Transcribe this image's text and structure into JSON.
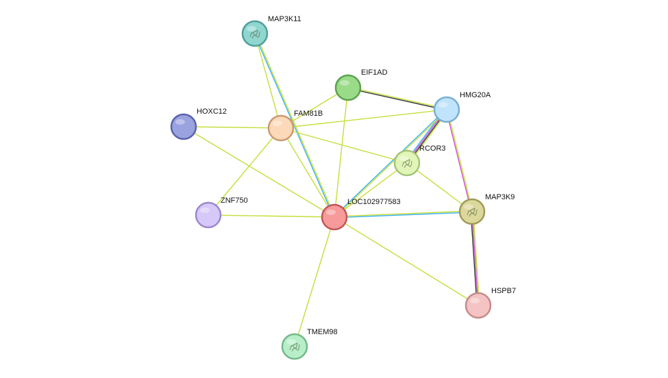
{
  "nodes": [
    {
      "id": "MAP3K11",
      "label": "MAP3K11",
      "color": "#8fd6cf",
      "stroke": "#4f9f98",
      "icon": "structure"
    },
    {
      "id": "EIF1AD",
      "label": "EIF1AD",
      "color": "#9adb8a",
      "stroke": "#5aa24c",
      "icon": ""
    },
    {
      "id": "HMG20A",
      "label": "HMG20A",
      "color": "#bfe4fb",
      "stroke": "#7aaed0",
      "icon": ""
    },
    {
      "id": "HOXC12",
      "label": "HOXC12",
      "color": "#9aa3e0",
      "stroke": "#5a62a8",
      "icon": ""
    },
    {
      "id": "FAM81B",
      "label": "FAM81B",
      "color": "#fcd9b8",
      "stroke": "#c99a72",
      "icon": ""
    },
    {
      "id": "RCOR3",
      "label": "RCOR3",
      "color": "#e1f5b8",
      "stroke": "#a4c47a",
      "icon": "structure"
    },
    {
      "id": "ZNF750",
      "label": "ZNF750",
      "color": "#d6c8f8",
      "stroke": "#9a88cc",
      "icon": ""
    },
    {
      "id": "LOC102977583",
      "label": "LOC102977583",
      "color": "#f79a9a",
      "stroke": "#c05656",
      "icon": ""
    },
    {
      "id": "MAP3K9",
      "label": "MAP3K9",
      "color": "#dcd79a",
      "stroke": "#9e9a58",
      "icon": "structure"
    },
    {
      "id": "HSPB7",
      "label": "HSPB7",
      "color": "#f5c3c3",
      "stroke": "#c58a8a",
      "icon": ""
    },
    {
      "id": "TMEM98",
      "label": "TMEM98",
      "color": "#b8eec9",
      "stroke": "#74b888",
      "icon": "structure"
    }
  ],
  "edges": [
    {
      "source": "MAP3K11",
      "target": "LOC102977583",
      "colors": [
        "#c6dd39",
        "#36b0e8"
      ]
    },
    {
      "source": "MAP3K11",
      "target": "FAM81B",
      "colors": [
        "#c6dd39"
      ]
    },
    {
      "source": "EIF1AD",
      "target": "HMG20A",
      "colors": [
        "#c6dd39",
        "#333333"
      ]
    },
    {
      "source": "EIF1AD",
      "target": "FAM81B",
      "colors": [
        "#c6dd39"
      ]
    },
    {
      "source": "EIF1AD",
      "target": "LOC102977583",
      "colors": [
        "#c6dd39"
      ]
    },
    {
      "source": "HMG20A",
      "target": "FAM81B",
      "colors": [
        "#c6dd39"
      ]
    },
    {
      "source": "HMG20A",
      "target": "RCOR3",
      "colors": [
        "#c6dd39",
        "#333333",
        "#d04bd0",
        "#36b0e8"
      ]
    },
    {
      "source": "HMG20A",
      "target": "LOC102977583",
      "colors": [
        "#c6dd39",
        "#36b0e8"
      ]
    },
    {
      "source": "HMG20A",
      "target": "MAP3K9",
      "colors": [
        "#c6dd39",
        "#d04bd0"
      ]
    },
    {
      "source": "HOXC12",
      "target": "FAM81B",
      "colors": [
        "#c6dd39"
      ]
    },
    {
      "source": "HOXC12",
      "target": "LOC102977583",
      "colors": [
        "#c6dd39"
      ]
    },
    {
      "source": "FAM81B",
      "target": "RCOR3",
      "colors": [
        "#c6dd39"
      ]
    },
    {
      "source": "FAM81B",
      "target": "ZNF750",
      "colors": [
        "#c6dd39"
      ]
    },
    {
      "source": "FAM81B",
      "target": "LOC102977583",
      "colors": [
        "#c6dd39"
      ]
    },
    {
      "source": "RCOR3",
      "target": "LOC102977583",
      "colors": [
        "#c6dd39"
      ]
    },
    {
      "source": "RCOR3",
      "target": "MAP3K9",
      "colors": [
        "#c6dd39"
      ]
    },
    {
      "source": "ZNF750",
      "target": "LOC102977583",
      "colors": [
        "#c6dd39"
      ]
    },
    {
      "source": "LOC102977583",
      "target": "MAP3K9",
      "colors": [
        "#c6dd39",
        "#36b0e8"
      ]
    },
    {
      "source": "LOC102977583",
      "target": "HSPB7",
      "colors": [
        "#c6dd39"
      ]
    },
    {
      "source": "LOC102977583",
      "target": "TMEM98",
      "colors": [
        "#c6dd39"
      ]
    },
    {
      "source": "MAP3K9",
      "target": "HSPB7",
      "colors": [
        "#c6dd39",
        "#d04bd0",
        "#333333"
      ]
    }
  ]
}
